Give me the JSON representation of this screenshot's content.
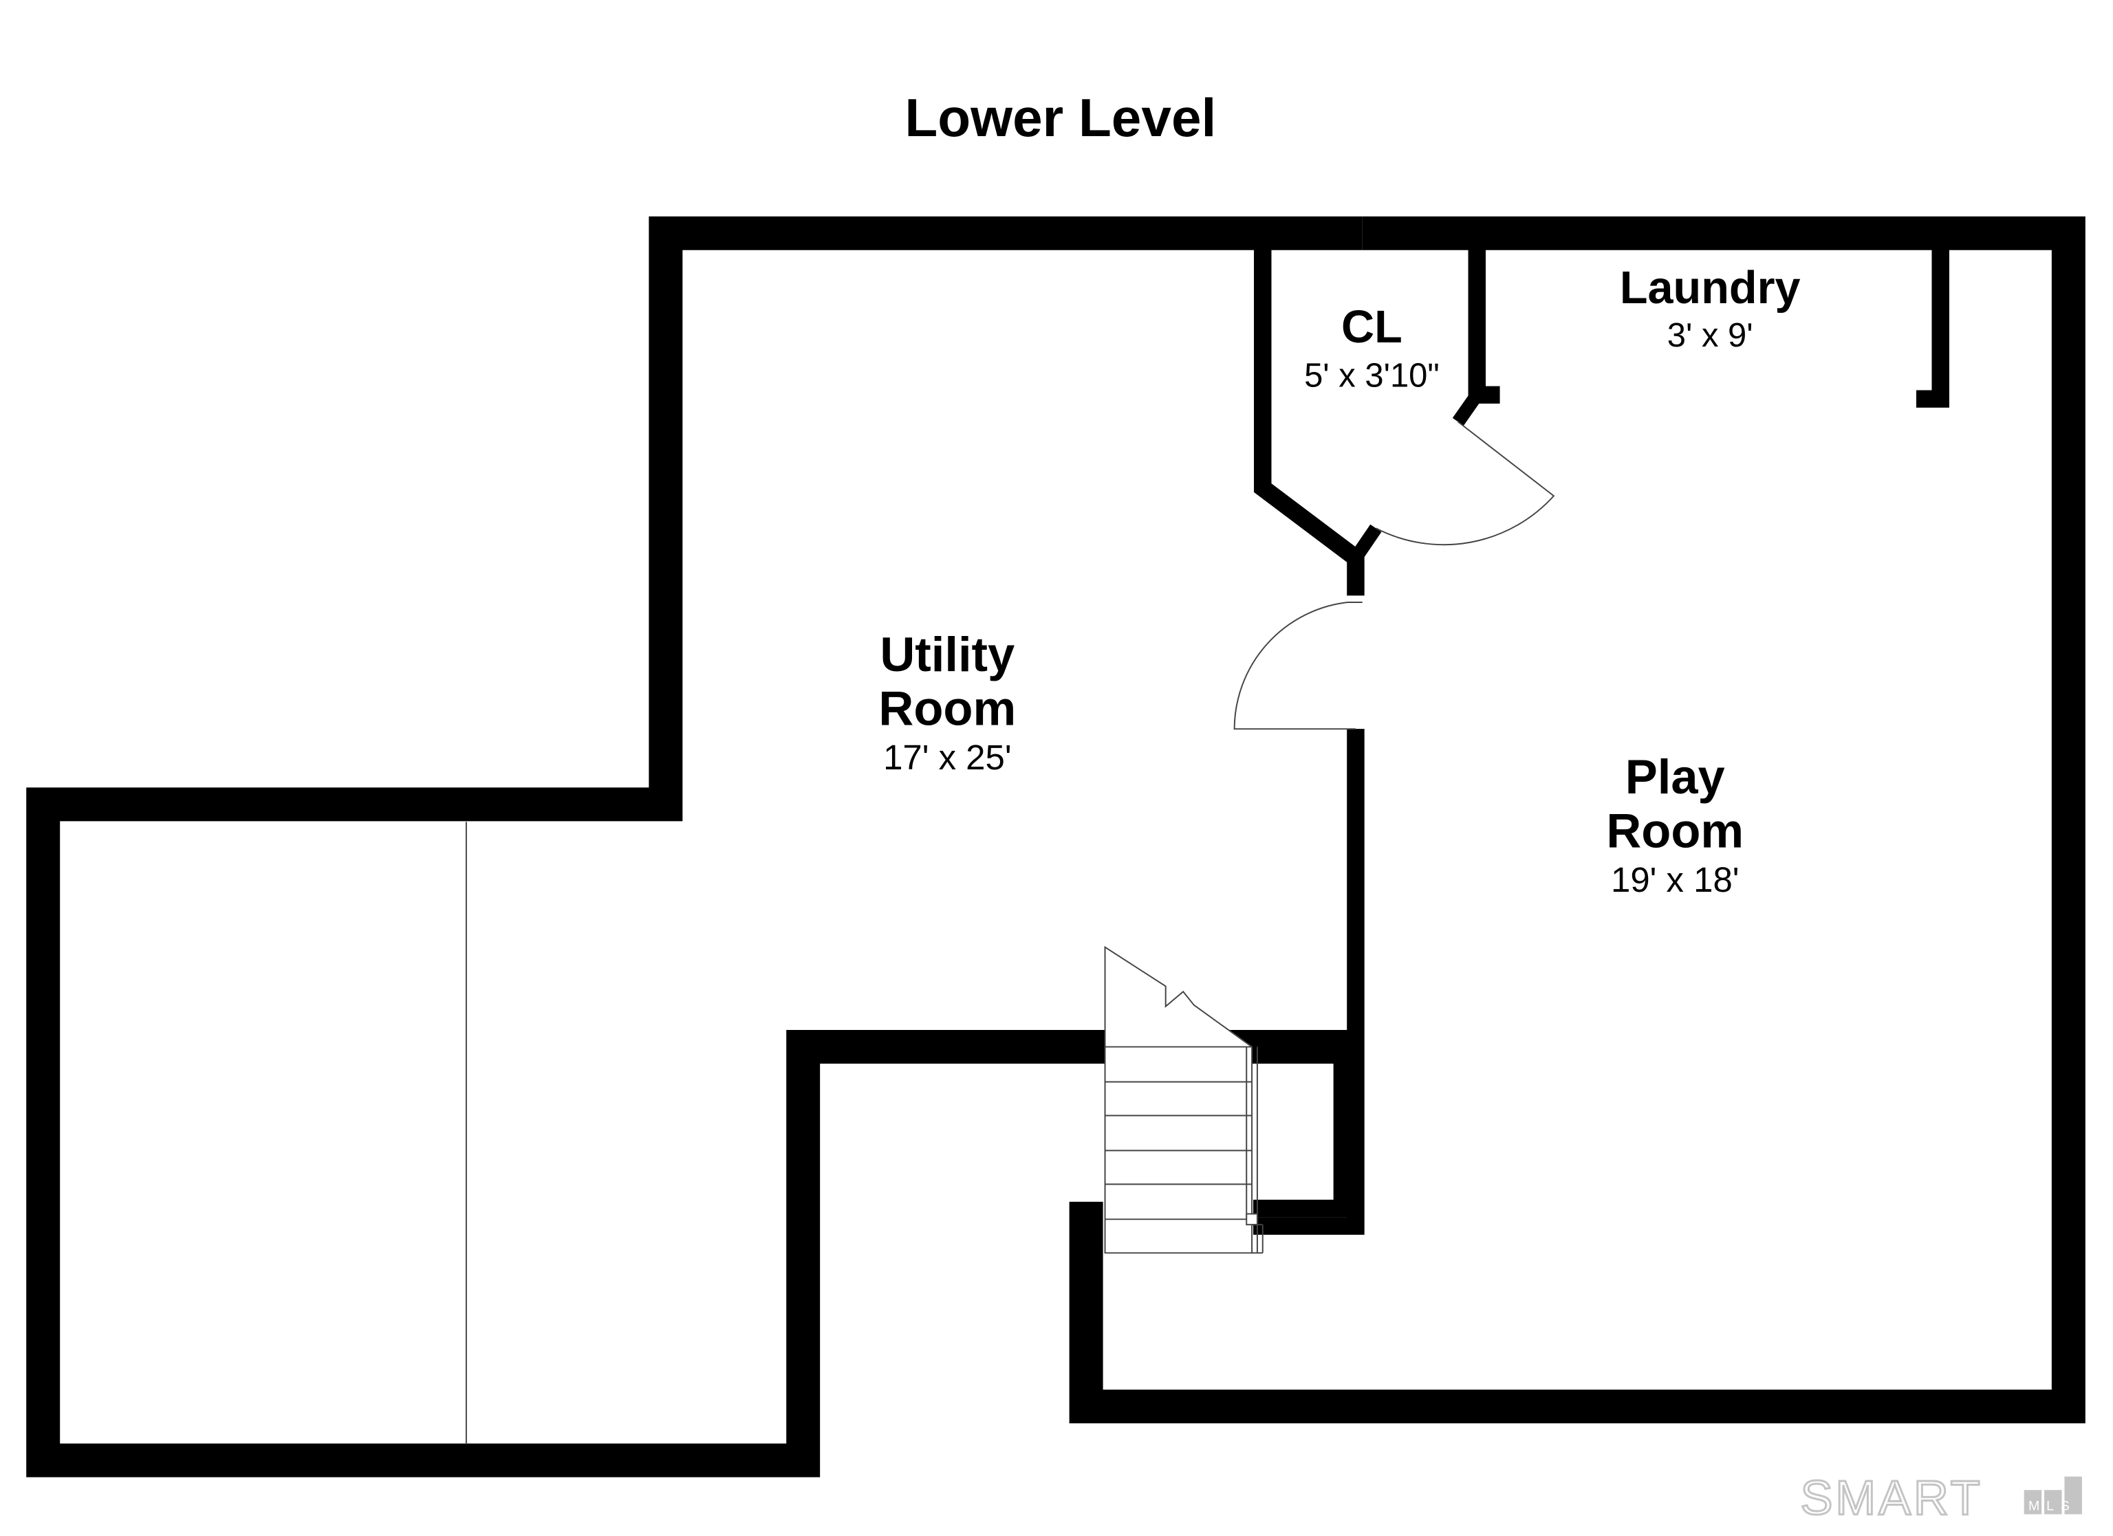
{
  "title": "Lower Level",
  "rooms": {
    "utility": {
      "name_line1": "Utility",
      "name_line2": "Room",
      "dims": "17' x 25'"
    },
    "play": {
      "name_line1": "Play",
      "name_line2": "Room",
      "dims": "19' x 18'"
    },
    "closet": {
      "name": "CL",
      "dims": "5' x 3'10\""
    },
    "laundry": {
      "name": "Laundry",
      "dims": "3' x 9'"
    }
  },
  "watermark": {
    "brand": "SMART",
    "suffix": "MLS"
  },
  "colors": {
    "wall": "#000000",
    "background": "#ffffff",
    "thin_line": "#333333",
    "watermark": "#c8c8c8"
  }
}
